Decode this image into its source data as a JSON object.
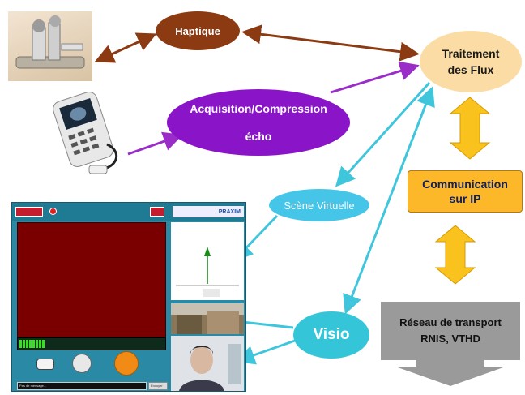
{
  "nodes": {
    "haptique": "Haptique",
    "acquisition": "Acquisition/Compression\nécho",
    "traitement": "Traitement\ndes Flux",
    "scene": "Scène Virtuelle",
    "visio": "Visio",
    "communication": "Communication\nsur IP",
    "reseau": "Réseau de transport\nRNIS, VTHD"
  },
  "app": {
    "logo": "PRAXIM",
    "message_placeholder": "Pas de message...",
    "send_label": "Envoyer"
  },
  "colors": {
    "haptique": "#8b3a12",
    "acquisition": "#8a14c8",
    "traitement": "#fbdca4",
    "scene": "#45c6e8",
    "visio": "#35c5d8",
    "communication": "#fdb82a",
    "reseau": "#9a9a9a",
    "arrow_brown": "#8b3a12",
    "arrow_purple": "#9a2cc8",
    "arrow_cyan": "#3fc6dc",
    "arrow_yellow": "#f9c21c"
  }
}
